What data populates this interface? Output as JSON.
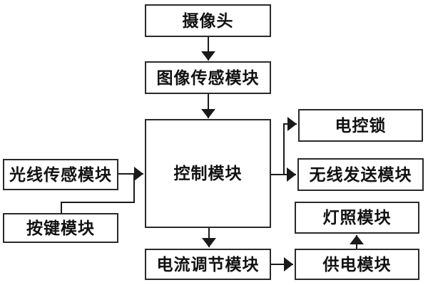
{
  "diagram": {
    "type": "flowchart",
    "background": "#ffffff",
    "line_color": "#1a1a1a",
    "box_fill": "#ffffff",
    "text_color": "#111111",
    "boxes": [
      {
        "id": "camera",
        "label": "摄像头"
      },
      {
        "id": "image-sensor",
        "label": "图像传感模块"
      },
      {
        "id": "control",
        "label": "控制模块"
      },
      {
        "id": "light-sensor",
        "label": "光线传感模块"
      },
      {
        "id": "key-button",
        "label": "按键模块"
      },
      {
        "id": "electric-lock",
        "label": "电控锁"
      },
      {
        "id": "wireless-send",
        "label": "无线发送模块"
      },
      {
        "id": "lighting",
        "label": "灯照模块"
      },
      {
        "id": "power-supply",
        "label": "供电模块"
      },
      {
        "id": "current-regulation",
        "label": "电流调节模块"
      }
    ],
    "edges": [
      {
        "from": "camera",
        "to": "image-sensor"
      },
      {
        "from": "image-sensor",
        "to": "control"
      },
      {
        "from": "light-sensor",
        "to": "control"
      },
      {
        "from": "key-button",
        "to": "control"
      },
      {
        "from": "control",
        "to": "electric-lock"
      },
      {
        "from": "control",
        "to": "wireless-send"
      },
      {
        "from": "control",
        "to": "current-regulation"
      },
      {
        "from": "current-regulation",
        "to": "power-supply"
      },
      {
        "from": "power-supply",
        "to": "lighting"
      }
    ]
  }
}
